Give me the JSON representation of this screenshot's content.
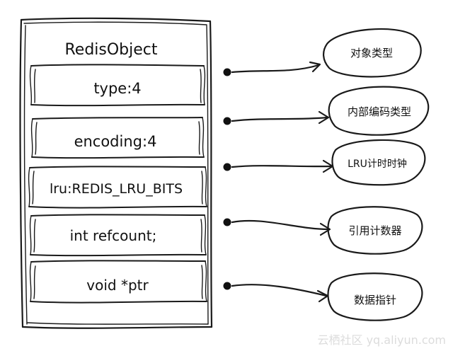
{
  "object": {
    "title": "RedisObject",
    "fields": [
      {
        "label": "type:4",
        "meaning": "对象类型"
      },
      {
        "label": "encoding:4",
        "meaning": "内部编码类型"
      },
      {
        "label": "lru:REDIS_LRU_BITS",
        "meaning": "LRU计时时钟"
      },
      {
        "label": "int refcount;",
        "meaning": "引用计数器"
      },
      {
        "label": "void *ptr",
        "meaning": "数据指针"
      }
    ]
  },
  "watermark": "云栖社区 yq.aliyun.com"
}
